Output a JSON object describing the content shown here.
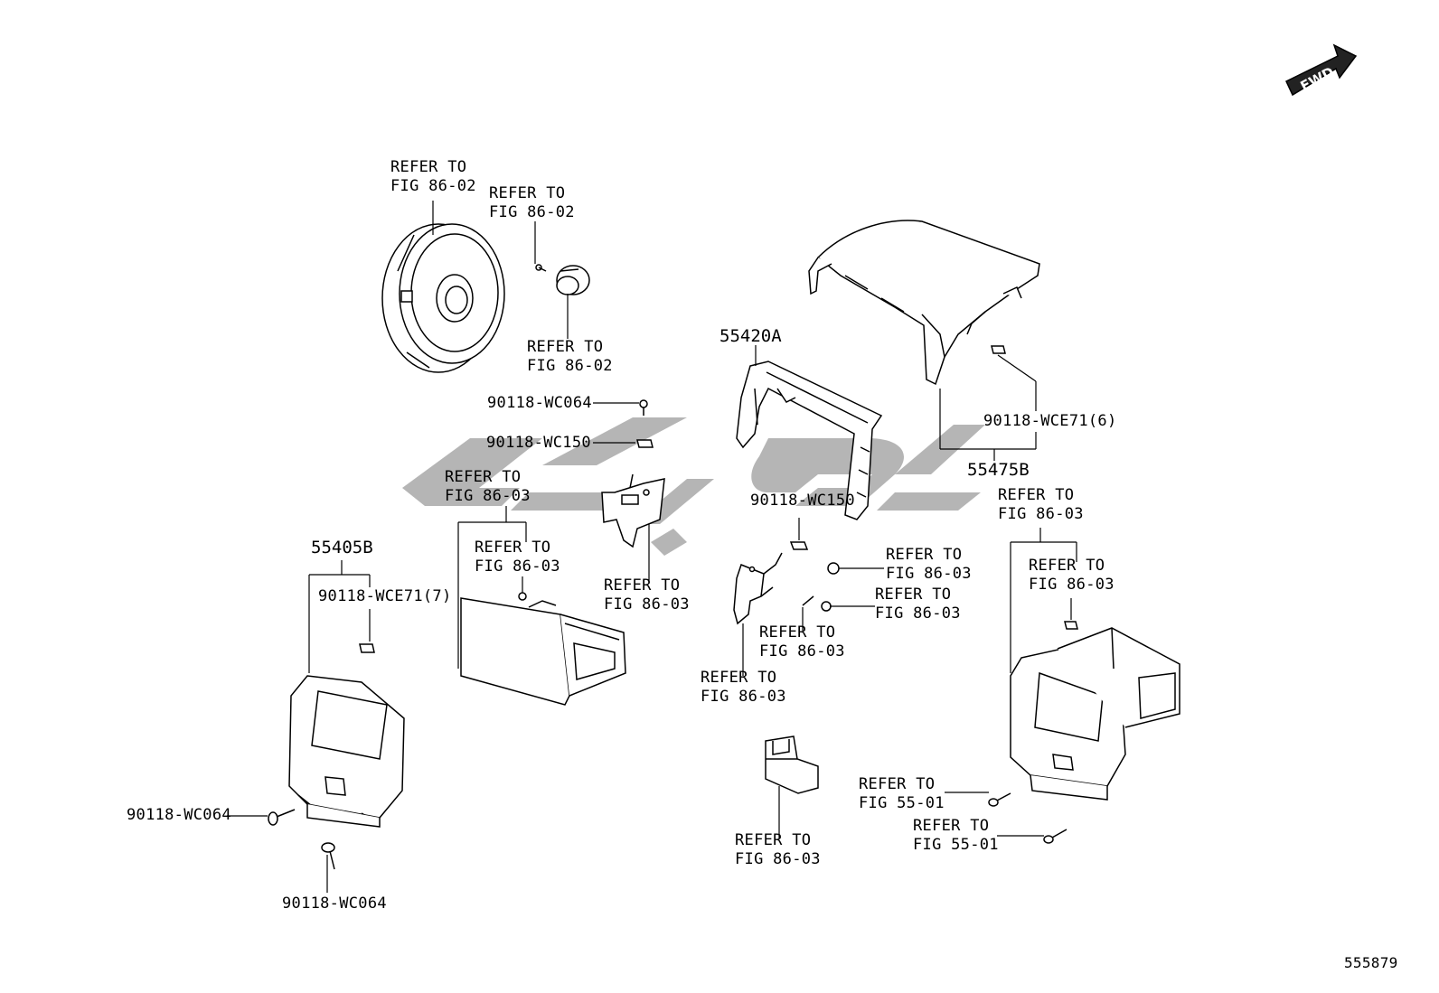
{
  "fwd_label": "FWD",
  "watermark_color": "#b5b5b5",
  "labels": {
    "ref_speaker": "REFER TO\nFIG 86-02",
    "ref_bolt_top": "REFER TO\nFIG 86-02",
    "ref_tweeter": "REFER TO\nFIG 86-02",
    "part_wc064_top": "90118-WC064",
    "part_wc150_top": "90118-WC150",
    "ref_display_unit": "REFER TO\nFIG 86-03",
    "ref_display_clip": "REFER TO\nFIG 86-03",
    "ref_bracket_left": "REFER TO\nFIG 86-03",
    "part_55420A": "55420A",
    "part_wce71_6": "90118-WCE71(6)",
    "part_55475B": "55475B",
    "part_wc150_mid": "90118-WC150",
    "ref_clip_right": "REFER TO\nFIG 86-03",
    "ref_screw_mid": "REFER TO\nFIG 86-03",
    "ref_nut_mid": "REFER TO\nFIG 86-03",
    "ref_bracket_mid": "REFER TO\nFIG 86-03",
    "ref_switch": "REFER TO\nFIG 86-03",
    "part_55405B": "55405B",
    "part_wce71_7": "90118-WCE71(7)",
    "part_wc064_left": "90118-WC064",
    "part_wc064_bottom": "90118-WC064",
    "ref_right_assy": "REFER TO\nFIG 86-03",
    "ref_right_clip": "REFER TO\nFIG 86-03",
    "ref_fig55_a": "REFER TO\nFIG 55-01",
    "ref_fig55_b": "REFER TO\nFIG 55-01",
    "figure_number": "555879"
  }
}
